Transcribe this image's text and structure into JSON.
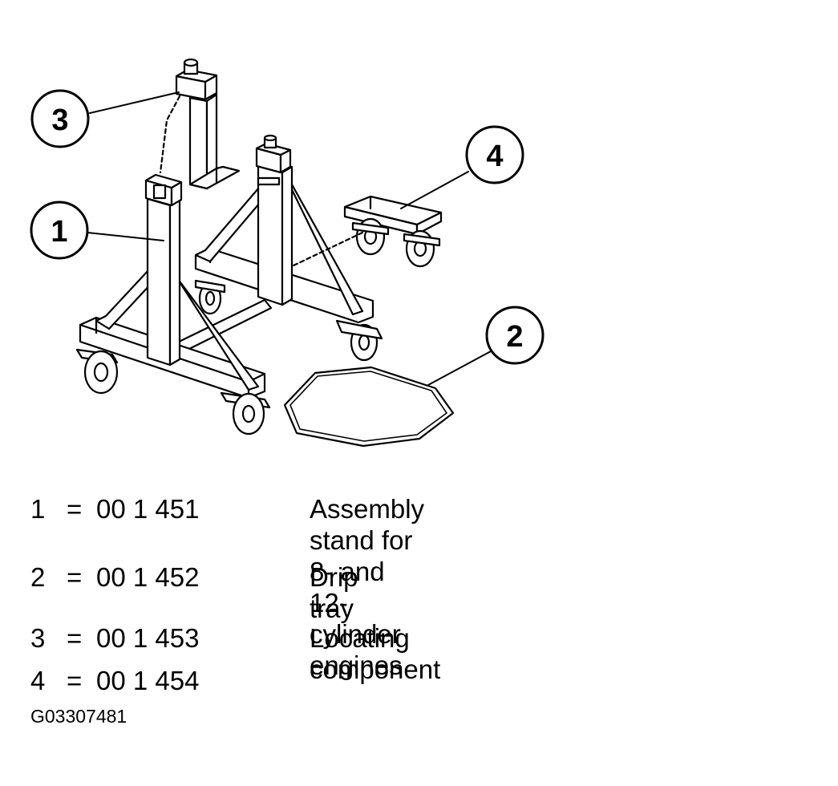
{
  "callouts": [
    {
      "num": "1"
    },
    {
      "num": "2"
    },
    {
      "num": "3"
    },
    {
      "num": "4"
    }
  ],
  "legend": [
    {
      "num": "1",
      "eq": "=",
      "code": "00 1 451",
      "desc": "Assembly stand for 8- and 12-cylinder\nengines"
    },
    {
      "num": "2",
      "eq": "=",
      "code": "00 1 452",
      "desc": "Drip tray"
    },
    {
      "num": "3",
      "eq": "=",
      "code": "00 1 453",
      "desc": "Locating component"
    },
    {
      "num": "4",
      "eq": "=",
      "code": "00 1 454",
      "desc": ""
    }
  ],
  "figure_id": "G03307481"
}
